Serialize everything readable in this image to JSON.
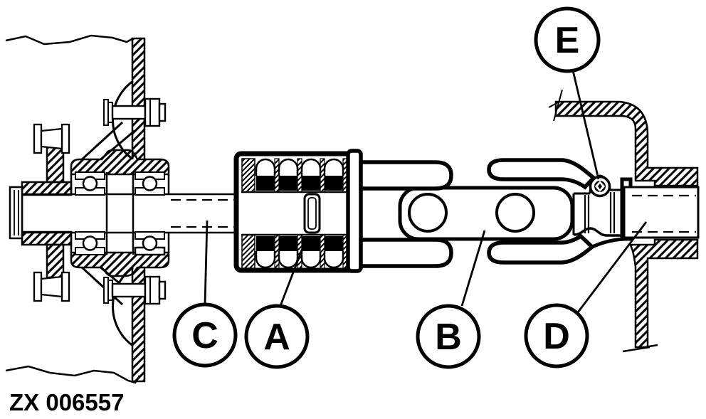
{
  "diagram": {
    "code": "ZX 006557",
    "callouts": [
      {
        "letter": "C"
      },
      {
        "letter": "A"
      },
      {
        "letter": "B"
      },
      {
        "letter": "D"
      },
      {
        "letter": "E"
      }
    ],
    "colors": {
      "ink": "#000000",
      "paper": "#ffffff"
    }
  }
}
